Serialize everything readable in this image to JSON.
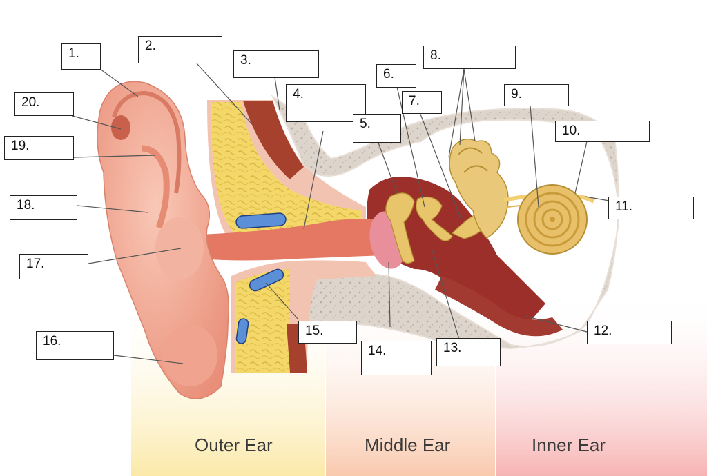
{
  "regions": {
    "outer": "Outer Ear",
    "middle": "Middle Ear",
    "inner": "Inner Ear"
  },
  "labels": [
    "1.",
    "2.",
    "3.",
    "4.",
    "5.",
    "6.",
    "7.",
    "8.",
    "9.",
    "10.",
    "11.",
    "12.",
    "13.",
    "14.",
    "15.",
    "16.",
    "17.",
    "18.",
    "19.",
    "20."
  ],
  "colors": {
    "skin": "#f2a48f",
    "skin_light": "#f8c9b8",
    "cartilage": "#f2d86a",
    "bone": "#d9cfc7",
    "muscle": "#9b3b2a",
    "canal": "#e2735f",
    "ossicle": "#e8c46a",
    "vessel": "#5b8fd8"
  }
}
